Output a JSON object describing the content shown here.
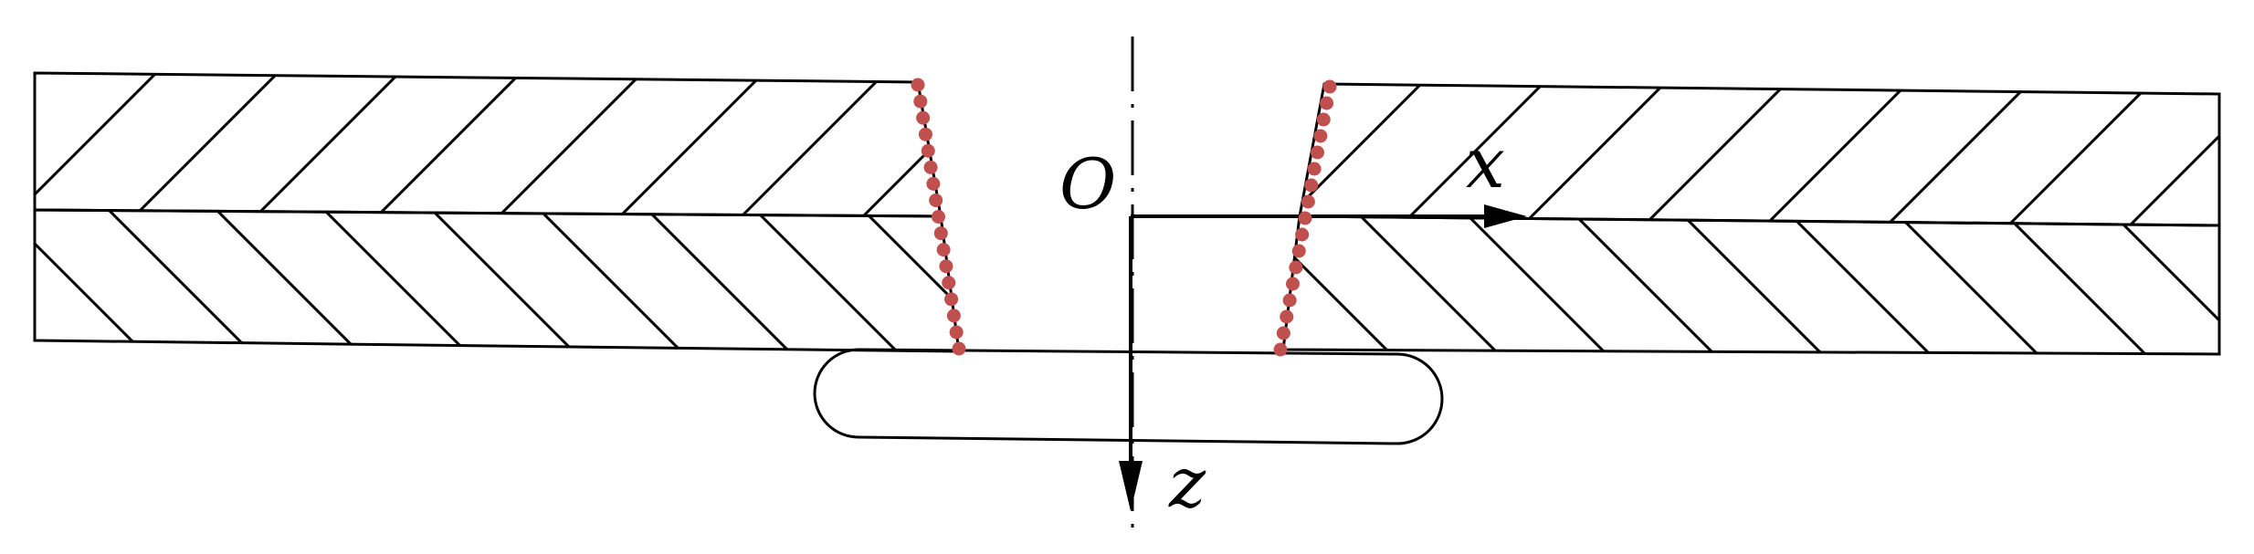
{
  "labels": {
    "origin": "O",
    "x_axis": "x",
    "z_axis": "z"
  },
  "colors": {
    "line": "#000000",
    "hatch": "#000000",
    "point": "#c0504d",
    "background": "#ffffff"
  }
}
